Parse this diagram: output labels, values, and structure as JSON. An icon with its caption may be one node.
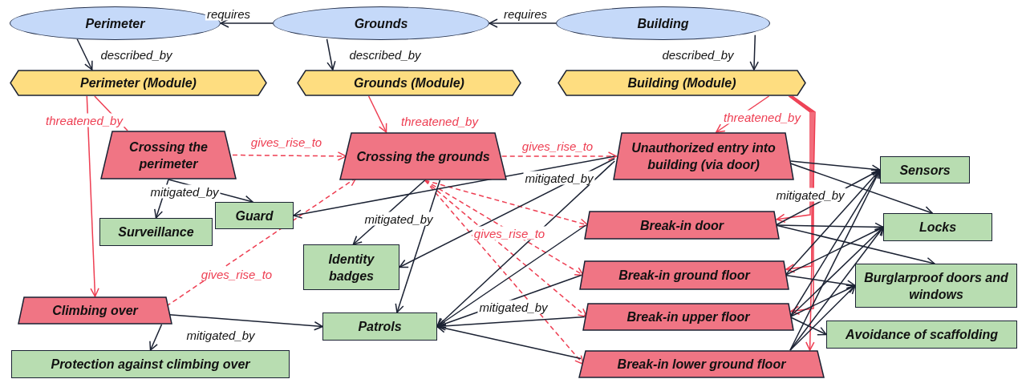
{
  "diagram": {
    "nodes": [
      {
        "text": [
          "Perimeter"
        ]
      },
      {
        "text": [
          "Grounds"
        ]
      },
      {
        "text": [
          "Building"
        ]
      },
      {
        "text": [
          "Perimeter (Module)"
        ]
      },
      {
        "text": [
          "Grounds (Module)"
        ]
      },
      {
        "text": [
          "Building (Module)"
        ]
      },
      {
        "text": [
          "Crossing the perimeter"
        ]
      },
      {
        "text": [
          "Crossing the grounds"
        ]
      },
      {
        "text": [
          "Unauthorized entry into building (via door)"
        ]
      },
      {
        "text": [
          "Guard"
        ]
      },
      {
        "text": [
          "Surveillance"
        ]
      },
      {
        "text": [
          "Identity badges"
        ]
      },
      {
        "text": [
          "Break-in door"
        ]
      },
      {
        "text": [
          "Break-in ground floor"
        ]
      },
      {
        "text": [
          "Climbing over"
        ]
      },
      {
        "text": [
          "Patrols"
        ]
      },
      {
        "text": [
          "Break-in upper floor"
        ]
      },
      {
        "text": [
          "Break-in lower ground floor"
        ]
      },
      {
        "text": [
          "Protection against climbing over"
        ]
      },
      {
        "text": [
          "Sensors"
        ]
      },
      {
        "text": [
          "Locks"
        ]
      },
      {
        "text": [
          "Burglarproof doors and windows"
        ]
      },
      {
        "text": [
          "Avoidance of scaffolding"
        ]
      }
    ],
    "edges": [
      {
        "from": 1,
        "to": 0,
        "arrow": "to",
        "label": "requires"
      },
      {
        "from": 2,
        "to": 1,
        "arrow": "to",
        "label": "requires"
      },
      {
        "from": 0,
        "to": 3,
        "arrow": "to",
        "label": "described_by"
      },
      {
        "from": 1,
        "to": 4,
        "arrow": "to",
        "label": "described_by"
      },
      {
        "from": 2,
        "to": 5,
        "arrow": "to",
        "label": "described_by"
      },
      {
        "from": 3,
        "to": 6,
        "arrow": "none",
        "label": "threatened_by",
        "color": "#ee3e52"
      },
      {
        "from": 3,
        "to": 14,
        "arrow": "to",
        "color": "#ee3e52"
      },
      {
        "from": 4,
        "to": 7,
        "arrow": "to",
        "label": "threatened_by",
        "color": "#ee3e52"
      },
      {
        "from": 5,
        "to": 8,
        "arrow": "to",
        "label": "threatened_by",
        "color": "#ee3e52"
      },
      {
        "from": 5,
        "to": 12,
        "arrow": "to",
        "color": "#ee3e52"
      },
      {
        "from": 5,
        "to": 13,
        "arrow": "to",
        "color": "#ee3e52"
      },
      {
        "from": 5,
        "to": 16,
        "arrow": "to",
        "color": "#ee3e52"
      },
      {
        "from": 5,
        "to": 17,
        "arrow": "to",
        "color": "#ee3e52"
      },
      {
        "from": 6,
        "to": 7,
        "arrow": "to",
        "label": "gives_rise_to",
        "style": "dashed",
        "color": "#ee3e52"
      },
      {
        "from": 14,
        "to": 7,
        "arrow": "to",
        "label": "gives_rise_to",
        "style": "dashed",
        "color": "#ee3e52"
      },
      {
        "from": 7,
        "to": 8,
        "arrow": "to",
        "label": "gives_rise_to",
        "style": "dashed",
        "color": "#ee3e52"
      },
      {
        "from": 7,
        "to": 12,
        "arrow": "to",
        "style": "dashed",
        "color": "#ee3e52"
      },
      {
        "from": 7,
        "to": 13,
        "arrow": "to",
        "label": "gives_rise_to",
        "style": "dashed",
        "color": "#ee3e52"
      },
      {
        "from": 7,
        "to": 16,
        "arrow": "to",
        "style": "dashed",
        "color": "#ee3e52"
      },
      {
        "from": 7,
        "to": 17,
        "arrow": "to",
        "style": "dashed",
        "color": "#ee3e52"
      },
      {
        "from": 6,
        "to": 10,
        "arrow": "to"
      },
      {
        "from": 6,
        "to": 9,
        "arrow": "to",
        "label": "mitigated_by"
      },
      {
        "from": 14,
        "to": 18,
        "arrow": "to"
      },
      {
        "from": 14,
        "to": 15,
        "arrow": "to",
        "label": "mitigated_by"
      },
      {
        "from": 7,
        "to": 11,
        "arrow": "to",
        "label": "mitigated_by"
      },
      {
        "from": 7,
        "to": 15,
        "arrow": "to"
      },
      {
        "from": 8,
        "to": 9,
        "arrow": "to"
      },
      {
        "from": 8,
        "to": 11,
        "arrow": "to",
        "label": "mitigated_by"
      },
      {
        "from": 8,
        "to": 15,
        "arrow": "to"
      },
      {
        "from": 12,
        "to": 15,
        "arrow": "to"
      },
      {
        "from": 13,
        "to": 15,
        "arrow": "to"
      },
      {
        "from": 16,
        "to": 15,
        "arrow": "to",
        "label": "mitigated_by"
      },
      {
        "from": 17,
        "to": 15,
        "arrow": "to"
      },
      {
        "from": 8,
        "to": 19,
        "arrow": "to"
      },
      {
        "from": 8,
        "to": 20,
        "arrow": "to"
      },
      {
        "from": 12,
        "to": 19,
        "arrow": "to",
        "label": "mitigated_by"
      },
      {
        "from": 12,
        "to": 20,
        "arrow": "to"
      },
      {
        "from": 12,
        "to": 21,
        "arrow": "to"
      },
      {
        "from": 13,
        "to": 19,
        "arrow": "to"
      },
      {
        "from": 13,
        "to": 20,
        "arrow": "to"
      },
      {
        "from": 13,
        "to": 21,
        "arrow": "to"
      },
      {
        "from": 16,
        "to": 19,
        "arrow": "to"
      },
      {
        "from": 16,
        "to": 20,
        "arrow": "to"
      },
      {
        "from": 16,
        "to": 21,
        "arrow": "to"
      },
      {
        "from": 16,
        "to": 22,
        "arrow": "to"
      },
      {
        "from": 17,
        "to": 19,
        "arrow": "to"
      },
      {
        "from": 17,
        "to": 20,
        "arrow": "to"
      },
      {
        "from": 17,
        "to": 21,
        "arrow": "to"
      }
    ]
  }
}
